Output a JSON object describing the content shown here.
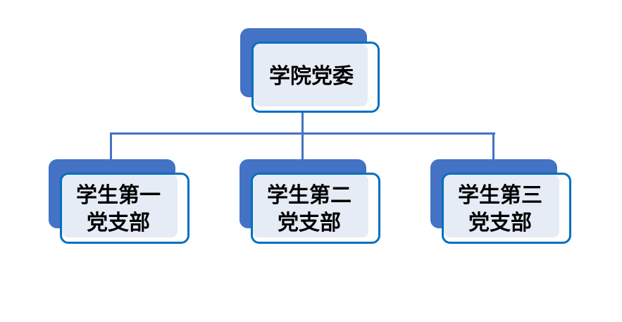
{
  "org_chart": {
    "root": {
      "label": "学院党委"
    },
    "children": [
      {
        "label_line1": "学生第一",
        "label_line2": "党支部"
      },
      {
        "label_line1": "学生第二",
        "label_line2": "党支部"
      },
      {
        "label_line1": "学生第三",
        "label_line2": "党支部"
      }
    ]
  },
  "colors": {
    "accent": "#4472c4",
    "border": "#0070c0",
    "fill": "#e6ecf6"
  }
}
